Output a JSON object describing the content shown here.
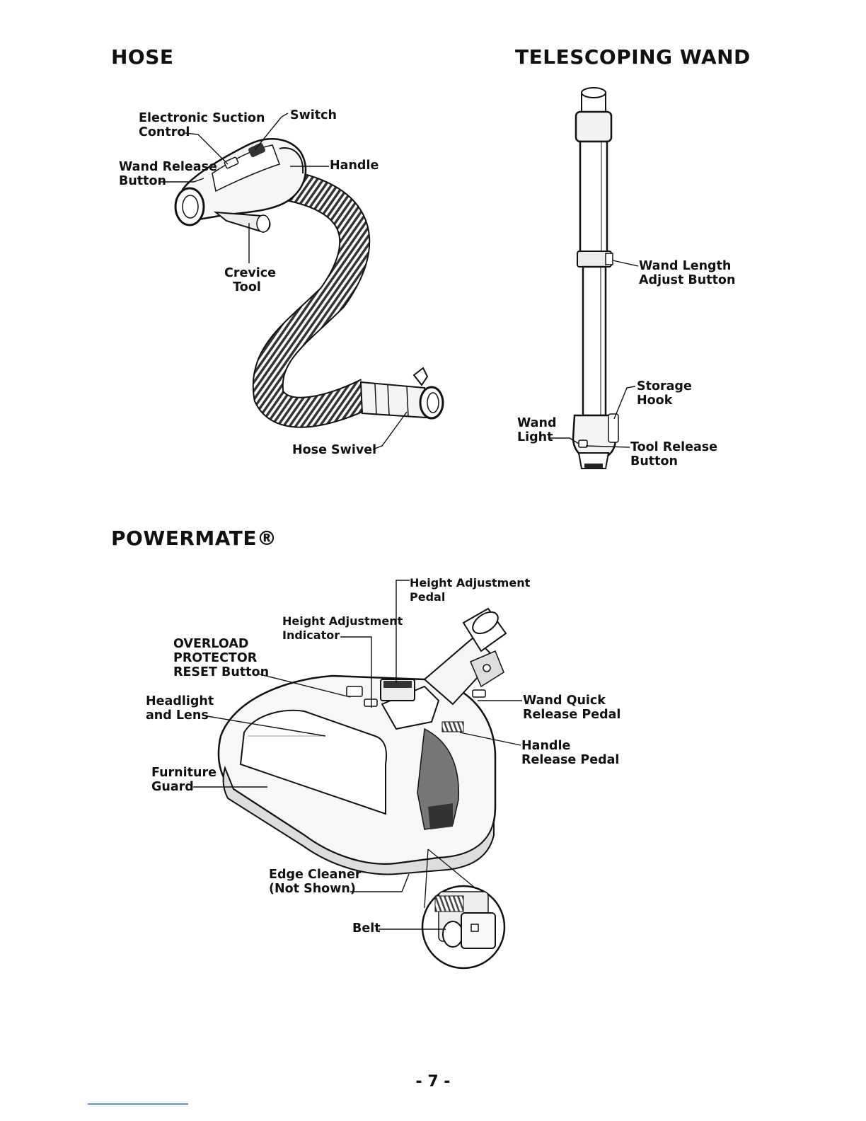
{
  "sections": {
    "hose": {
      "title": "HOSE",
      "labels": {
        "electronic_suction_control": "Electronic Suction\nControl",
        "switch": "Switch",
        "wand_release_button": "Wand Release\nButton",
        "handle": "Handle",
        "crevice_tool": "Crevice\n  Tool",
        "hose_swivel": "Hose Swivel"
      }
    },
    "wand": {
      "title": "TELESCOPING WAND",
      "labels": {
        "wand_length_adjust_button": "Wand Length\nAdjust Button",
        "storage_hook": "Storage\nHook",
        "wand_light": "Wand\nLight",
        "tool_release_button": "Tool Release\nButton"
      }
    },
    "powermate": {
      "title": "POWERMATE®",
      "labels": {
        "height_adjustment_pedal": "Height Adjustment\nPedal",
        "height_adjustment_indicator": "Height Adjustment\nIndicator",
        "overload_protector_reset_button": "OVERLOAD\nPROTECTOR\nRESET Button",
        "headlight_and_lens": "Headlight\nand Lens",
        "wand_quick_release_pedal": "Wand Quick\nRelease Pedal",
        "handle_release_pedal": "Handle\nRelease Pedal",
        "furniture_guard": "Furniture\nGuard",
        "edge_cleaner": "Edge Cleaner\n(Not Shown)",
        "belt": "Belt"
      }
    }
  },
  "page_number": "- 7 -"
}
